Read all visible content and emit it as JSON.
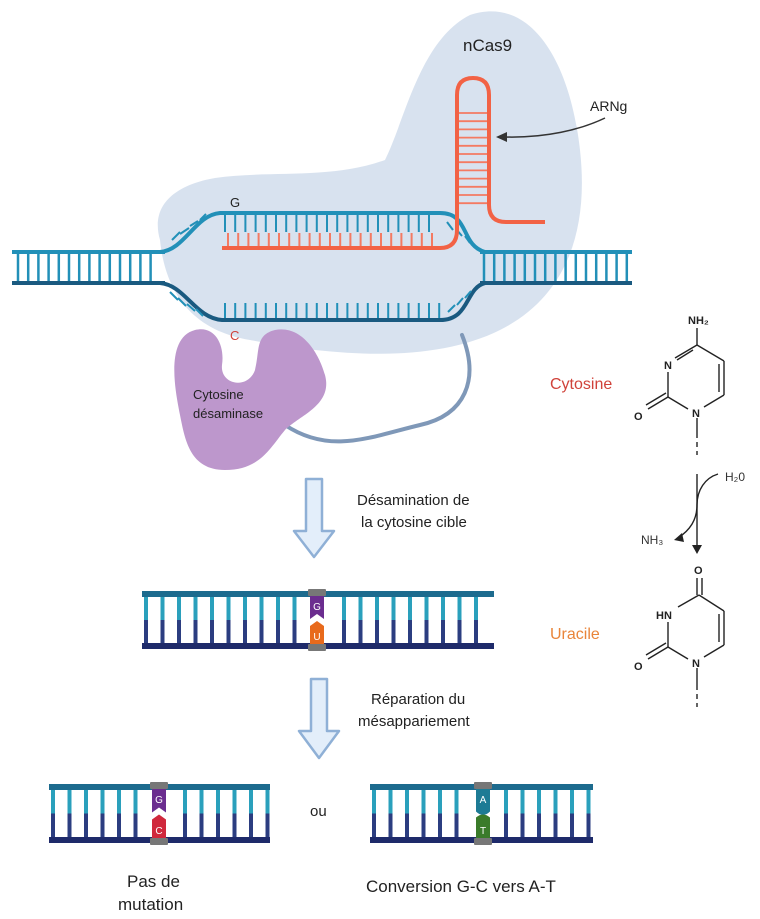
{
  "labels": {
    "ncas9": "nCas9",
    "arng": "ARNg",
    "target_g": "G",
    "target_c": "C",
    "deaminase_line1": "Cytosine",
    "deaminase_line2": "désaminase",
    "step1_line1": "Désamination de",
    "step1_line2": "la cytosine cible",
    "step2_line1": "Réparation du",
    "step2_line2": "mésappariement",
    "or": "ou",
    "outcome_left_line1": "Pas de",
    "outcome_left_line2": "mutation",
    "outcome_right": "Conversion G-C vers A-T"
  },
  "chemistry": {
    "cytosine_label": "Cytosine",
    "uracile_label": "Uracile",
    "nh2": "NH₂",
    "n": "N",
    "hn": "HN",
    "o": "O",
    "h2o": "H₂0",
    "nh3": "NH₃"
  },
  "base_pairs": {
    "mismatch": {
      "top": "G",
      "bottom": "U"
    },
    "no_mutation": {
      "top": "G",
      "bottom": "C"
    },
    "conversion": {
      "top": "A",
      "bottom": "T"
    }
  },
  "colors": {
    "cas9_body": "#d6e0ee",
    "rna": "#f26245",
    "dna_top": "#2290b8",
    "dna_bottom": "#1a5a80",
    "deaminase": "#bd97cc",
    "linker": "#7f98b8",
    "cytosine_text": "#d0423a",
    "uracile_text": "#e9853a",
    "base_G": "#6b2d8f",
    "base_U": "#e86a1c",
    "base_C": "#d0283c",
    "base_A": "#1d7b95",
    "base_T": "#3a7b2a",
    "ladder_top": "#2aa0bc",
    "ladder_bottom": "#2b3d80",
    "arrow_fill": "#e3eefa",
    "arrow_stroke": "#8fb0d6"
  }
}
